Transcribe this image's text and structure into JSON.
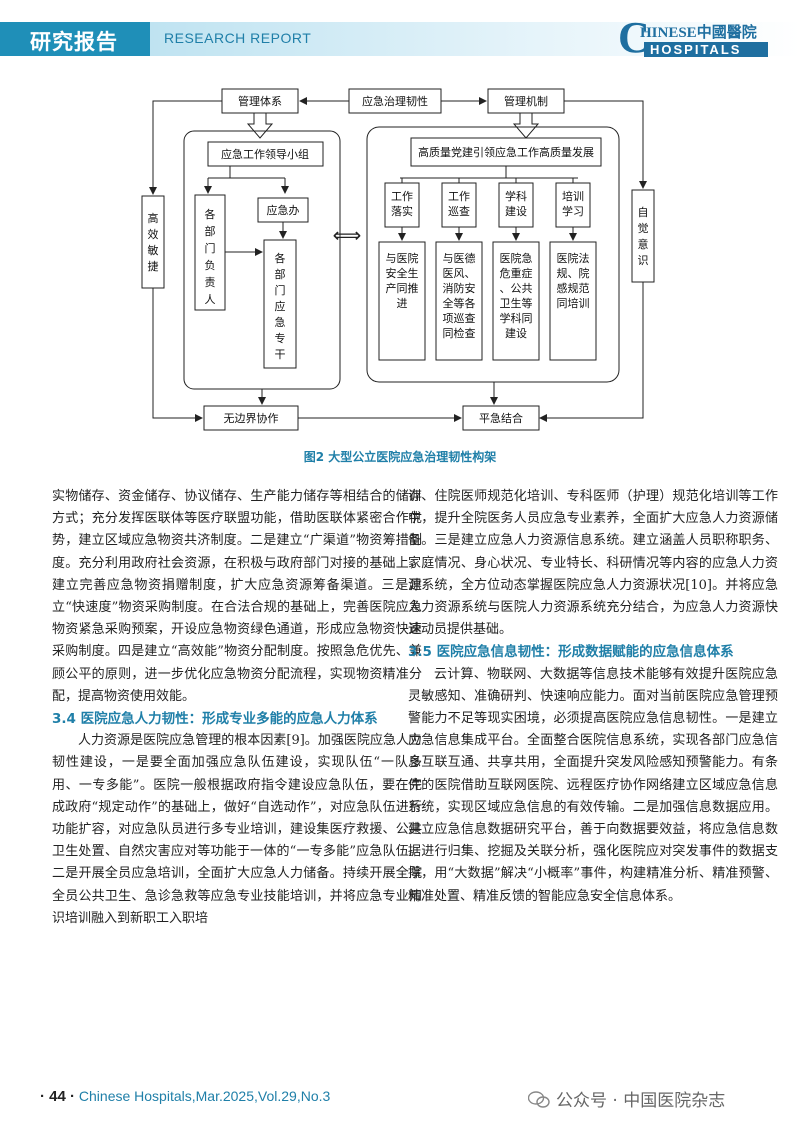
{
  "header": {
    "section_cn": "研究报告",
    "section_en": "RESEARCH REPORT",
    "logo_c": "C",
    "logo_top": "HINESE中國醫院",
    "logo_bottom": "HOSPITALS"
  },
  "diagram": {
    "boxes": {
      "mgmt_system": "管理体系",
      "resilience": "应急治理韧性",
      "mgmt_mechanism": "管理机制",
      "leading_group": "应急工作领导小组",
      "dept_heads": "各部门负责人",
      "emergency_office": "应急办",
      "dept_specialists": "各部门应急专干",
      "high_quality": "高质量党建引领应急工作高质量发展",
      "tab1": "工作落实",
      "tab2": "工作巡查",
      "tab3": "学科建设",
      "tab4": "培训学习",
      "item1": "与医院安全生产同推进",
      "item2": "与医德医风、消防安全等各项巡查同检查",
      "item3": "医院急危重症、公共卫生等学科同建设",
      "item4": "医院法规、院感规范同培训",
      "efficient": "高效敏捷",
      "conscious": "自觉意识",
      "borderless": "无边界协作",
      "combined": "平急结合"
    },
    "arrow_symbol": "⟺"
  },
  "caption": "图2 大型公立医院应急治理韧性构架",
  "body": {
    "left": {
      "p1": "实物储存、资金储存、协议储存、生产能力储存等相结合的储存方式；充分发挥医联体等医疗联盟功能，借助医联体紧密合作优势，建立区域应急物资共济制度。二是建立“广渠道”物资筹措制度。充分利用政府社会资源，在积极与政府部门对接的基础上，建立完善应急物资捐赠制度，扩大应急资源筹备渠道。三是建立“快速度”物资采购制度。在合法合规的基础上，完善医院应急物资紧急采购预案，开设应急物资绿色通道，形成应急物资快速采购制度。四是建立“高效能”物资分配制度。按照急危优先、兼顾公平的原则，进一步优化应急物资分配流程，实现物资精准分配，提高物资使用效能。",
      "h34": "3.4 医院应急人力韧性：形成专业多能的应急人力体系",
      "p2": "人力资源是医院应急管理的根本因素[9]。加强医院应急人力韧性建设，一是要全面加强应急队伍建设，实现队伍“一队多用、一专多能”。医院一般根据政府指令建设应急队伍，要在完成政府“规定动作”的基础上，做好“自选动作”，对应急队伍进行功能扩容，对应急队员进行多专业培训，建设集医疗救援、公共卫生处置、自然灾害应对等功能于一体的“一专多能”应急队伍。二是开展全员应急培训，全面扩大应急人力储备。持续开展全院全员公共卫生、急诊急救等应急专业技能培训，并将应急专业知识培训融入到新职工入职培"
    },
    "right": {
      "p1": "训、住院医师规范化培训、专科医师（护理）规范化培训等工作中，提升全院医务人员应急专业素养，全面扩大应急人力资源储备。三是建立应急人力资源信息系统。建立涵盖人员职称职务、家庭情况、身心状况、专业特长、科研情况等内容的应急人力资源系统，全方位动态掌握医院应急人力资源状况[10]。并将应急人力资源系统与医院人力资源系统充分结合，为应急人力资源快速动员提供基础。",
      "h35": "3.5 医院应急信息韧性：形成数据赋能的应急信息体系",
      "p2": "云计算、物联网、大数据等信息技术能够有效提升医院应急灵敏感知、准确研判、快速响应能力。面对当前医院应急管理预警能力不足等现实困境，必须提高医院应急信息韧性。一是建立应急信息集成平台。全面整合医院信息系统，实现各部门应急信息互联互通、共享共用，全面提升突发风险感知预警能力。有条件的医院借助互联网医院、远程医疗协作网络建立区域应急信息系统，实现区域应急信息的有效传输。二是加强信息数据应用。建立应急信息数据研究平台，善于向数据要效益，将应急信息数据进行归集、挖掘及关联分析，强化医院应对突发事件的数据支撑，用“大数据”解决“小概率”事件，构建精准分析、精准预警、精准处置、精准反馈的智能应急安全信息体系。"
    }
  },
  "footer": {
    "page": "· 44 ·",
    "journal": "Chinese Hospitals,Mar.2025,Vol.29,No.3",
    "wechat": "公众号 · 中国医院杂志"
  }
}
